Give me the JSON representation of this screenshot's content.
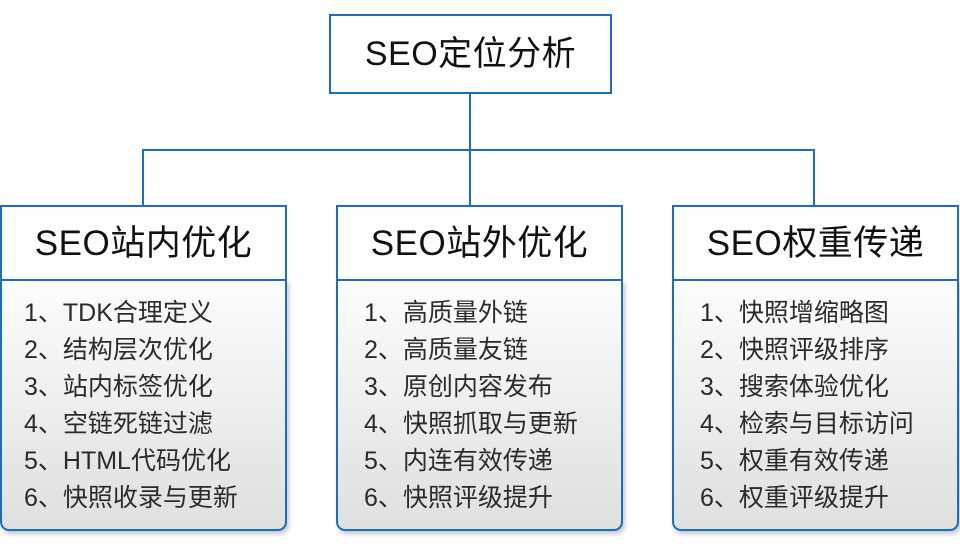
{
  "colors": {
    "border_blue": "#1a6ec0",
    "panel_gray_top": "#fdfdfd",
    "panel_gray_bottom": "#e0e0e0",
    "text": "#2b2b2b"
  },
  "root": {
    "title": "SEO定位分析"
  },
  "branches": [
    {
      "title": "SEO站内优化",
      "items": [
        "1、TDK合理定义",
        "2、结构层次优化",
        "3、站内标签优化",
        "4、空链死链过滤",
        "5、HTML代码优化",
        "6、快照收录与更新"
      ]
    },
    {
      "title": "SEO站外优化",
      "items": [
        "1、高质量外链",
        "2、高质量友链",
        "3、原创内容发布",
        "4、快照抓取与更新",
        "5、内连有效传递",
        "6、快照评级提升"
      ]
    },
    {
      "title": "SEO权重传递",
      "items": [
        "1、快照增缩略图",
        "2、快照评级排序",
        "3、搜索体验优化",
        "4、检索与目标访问",
        "5、权重有效传递",
        "6、权重评级提升"
      ]
    }
  ]
}
